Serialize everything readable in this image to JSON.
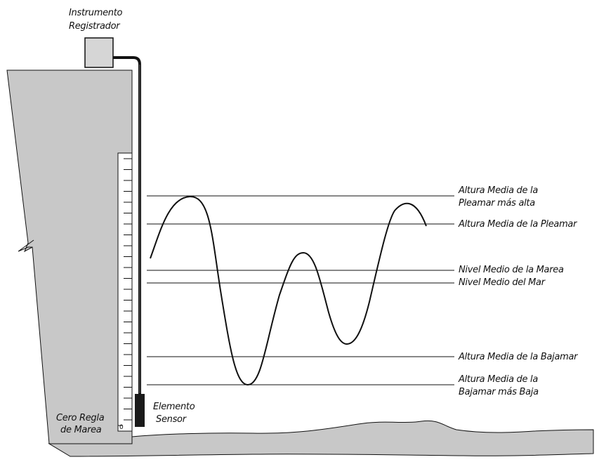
{
  "instrument_label": {
    "line1": "Instrumento",
    "line2": "Registrador"
  },
  "sensor_label": {
    "line1": "Elemento",
    "line2": "Sensor"
  },
  "staff_zero_label": {
    "line1": "Cero Regla",
    "line2": "de Marea"
  },
  "staff_zero_mark": "0",
  "levels": [
    {
      "id": "mhhw",
      "line1": "Altura Media de la",
      "line2": "Pleamar más alta"
    },
    {
      "id": "mhw",
      "line1": "Altura Media de la Pleamar"
    },
    {
      "id": "mtl",
      "line1": "Nivel Medio de la Marea"
    },
    {
      "id": "msl",
      "line1": "Nivel Medio del Mar"
    },
    {
      "id": "mlw",
      "line1": "Altura Media de la Bajamar"
    },
    {
      "id": "mllw",
      "line1": "Altura Media de la",
      "line2": "Bajamar más Baja"
    }
  ],
  "colors": {
    "structure_fill": "#c8c8c8",
    "ground_fill": "#c8c8c8",
    "outline": "#111111",
    "staff_fill": "#ffffff",
    "pipe": "#111111",
    "sensor": "#1a1a1a"
  }
}
